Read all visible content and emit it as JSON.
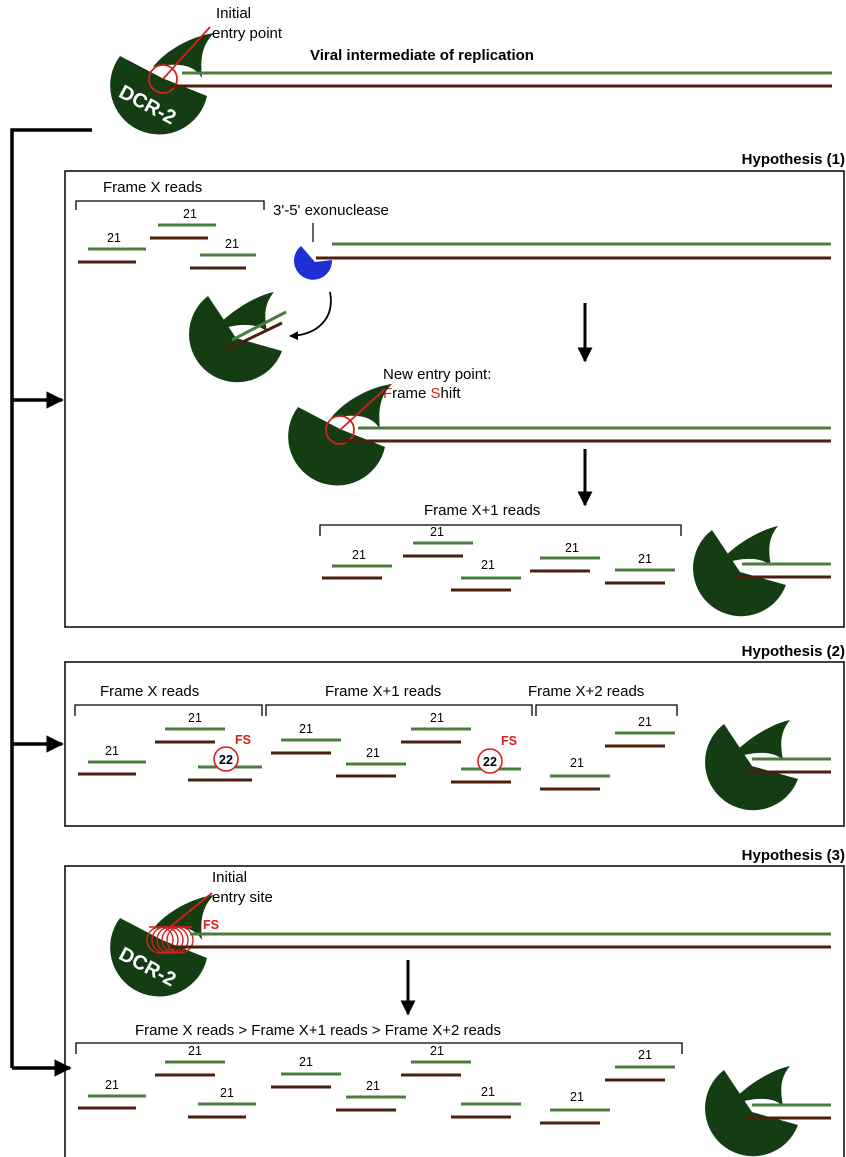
{
  "colors": {
    "dicer": "#143d14",
    "sense_strand": "#4a7c3f",
    "antisense_strand": "#4a1f0c",
    "exonuclease": "#1e2fd6",
    "highlight": "#d81e1e"
  },
  "top": {
    "initial_entry_line1": "Initial",
    "initial_entry_line2": "entry point",
    "viral_intermediate": "Viral intermediate of replication",
    "dicer_label": "DCR-2"
  },
  "h1": {
    "title": "Hypothesis (1)",
    "frame_x_reads": "Frame X reads",
    "exonuclease": "3'-5' exonuclease",
    "new_entry_line1": "New entry point:",
    "frame_shift_F": "F",
    "frame_shift_rame": "rame ",
    "frame_shift_S": "S",
    "frame_shift_hift": "hift",
    "frame_x1_reads": "Frame X+1 reads",
    "read_len": "21"
  },
  "h2": {
    "title": "Hypothesis (2)",
    "frame_x_reads": "Frame X reads",
    "frame_x1_reads": "Frame X+1 reads",
    "frame_x2_reads": "Frame X+2 reads",
    "read_len": "21",
    "shift_len": "22",
    "fs": "FS"
  },
  "h3": {
    "title": "Hypothesis (3)",
    "initial_site_line1": "Initial",
    "initial_site_line2": "entry site",
    "fs": "FS",
    "dicer_label": "DCR-2",
    "reads_order": "Frame X reads > Frame X+1 reads > Frame X+2 reads",
    "read_len": "21"
  }
}
